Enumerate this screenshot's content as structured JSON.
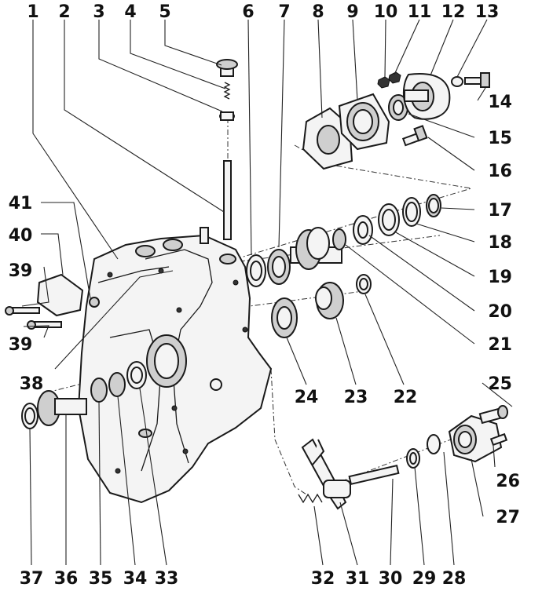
{
  "callouts": [
    {
      "id": "1",
      "text": "1"
    },
    {
      "id": "2",
      "text": "2"
    },
    {
      "id": "3",
      "text": "3"
    },
    {
      "id": "4",
      "text": "4"
    },
    {
      "id": "5",
      "text": "5"
    },
    {
      "id": "6",
      "text": "6"
    },
    {
      "id": "7",
      "text": "7"
    },
    {
      "id": "8",
      "text": "8"
    },
    {
      "id": "9",
      "text": "9"
    },
    {
      "id": "10",
      "text": "10"
    },
    {
      "id": "11",
      "text": "11"
    },
    {
      "id": "12",
      "text": "12"
    },
    {
      "id": "13",
      "text": "13"
    },
    {
      "id": "14",
      "text": "14"
    },
    {
      "id": "15",
      "text": "15"
    },
    {
      "id": "16",
      "text": "16"
    },
    {
      "id": "17",
      "text": "17"
    },
    {
      "id": "18",
      "text": "18"
    },
    {
      "id": "19",
      "text": "19"
    },
    {
      "id": "20",
      "text": "20"
    },
    {
      "id": "21",
      "text": "21"
    },
    {
      "id": "22",
      "text": "22"
    },
    {
      "id": "23",
      "text": "23"
    },
    {
      "id": "24",
      "text": "24"
    },
    {
      "id": "25",
      "text": "25"
    },
    {
      "id": "26",
      "text": "26"
    },
    {
      "id": "27",
      "text": "27"
    },
    {
      "id": "28",
      "text": "28"
    },
    {
      "id": "29",
      "text": "29"
    },
    {
      "id": "30",
      "text": "30"
    },
    {
      "id": "31",
      "text": "31"
    },
    {
      "id": "32",
      "text": "32"
    },
    {
      "id": "33",
      "text": "33"
    },
    {
      "id": "34",
      "text": "34"
    },
    {
      "id": "35",
      "text": "35"
    },
    {
      "id": "36",
      "text": "36"
    },
    {
      "id": "37",
      "text": "37"
    },
    {
      "id": "38",
      "text": "38"
    },
    {
      "id": "39a",
      "text": "39"
    },
    {
      "id": "39b",
      "text": "39"
    },
    {
      "id": "40",
      "text": "40"
    },
    {
      "id": "41",
      "text": "41"
    }
  ]
}
